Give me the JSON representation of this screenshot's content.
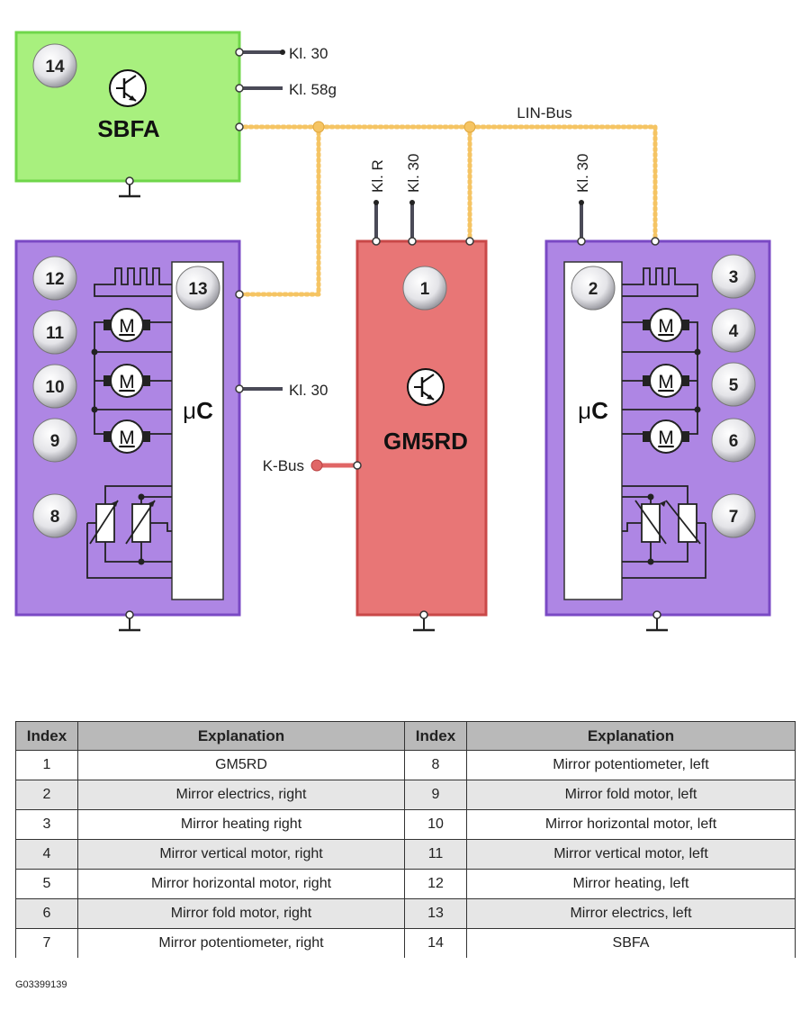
{
  "diagram": {
    "sbfa": {
      "label": "SBFA",
      "index": "14",
      "pins": [
        "Kl. 30",
        "Kl. 58g"
      ]
    },
    "lin_bus_label": "LIN-Bus",
    "left_mirror": {
      "mc_label_mu": "μ",
      "mc_label_c": "C",
      "kl30": "Kl. 30",
      "indices": {
        "i12": "12",
        "i13": "13",
        "i11": "11",
        "i10": "10",
        "i9": "9",
        "i8": "8"
      }
    },
    "gm5rd": {
      "label": "GM5RD",
      "index": "1",
      "pins": [
        "Kl. R",
        "Kl. 30"
      ],
      "kbus": "K-Bus"
    },
    "right_mirror": {
      "mc_label_mu": "μ",
      "mc_label_c": "C",
      "kl30": "Kl. 30",
      "indices": {
        "i2": "2",
        "i3": "3",
        "i4": "4",
        "i5": "5",
        "i6": "6",
        "i7": "7"
      }
    },
    "motor_symbol": "M",
    "colors": {
      "sbfa": "#a8f07e",
      "mirror": "#ae86e4",
      "gm5rd": "#e87676",
      "lin": "#f5c463",
      "kbus": "#e06666"
    }
  },
  "table": {
    "headers": [
      "Index",
      "Explanation",
      "Index",
      "Explanation"
    ],
    "rows": [
      [
        "1",
        "GM5RD",
        "8",
        "Mirror potentiometer, left"
      ],
      [
        "2",
        "Mirror electrics, right",
        "9",
        "Mirror fold motor, left"
      ],
      [
        "3",
        "Mirror heating right",
        "10",
        "Mirror horizontal motor, left"
      ],
      [
        "4",
        "Mirror vertical motor, right",
        "11",
        "Mirror vertical motor, left"
      ],
      [
        "5",
        "Mirror horizontal motor, right",
        "12",
        "Mirror heating, left"
      ],
      [
        "6",
        "Mirror fold motor, right",
        "13",
        "Mirror electrics, left"
      ],
      [
        "7",
        "Mirror potentiometer, right",
        "14",
        "SBFA"
      ]
    ]
  },
  "figure_id": "G03399139"
}
